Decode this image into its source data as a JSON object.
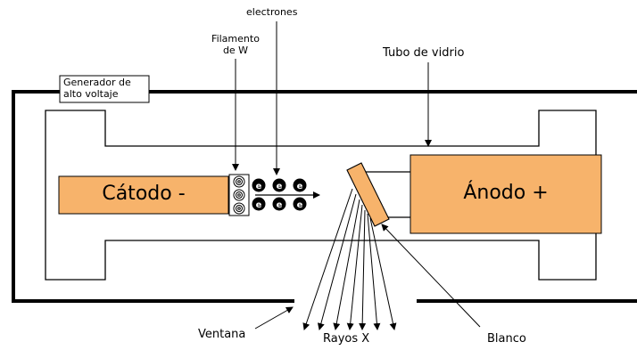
{
  "labels": {
    "electrons": "electrones",
    "filament": "Filamento\nde W",
    "glass_tube": "Tubo de vidrio",
    "generator": "Generador de\nalto voltaje",
    "cathode": "Cátodo -",
    "anode": "Ánodo +",
    "window": "Ventana",
    "xrays": "Rayos X",
    "target": "Blanco",
    "electron_symbol": "e"
  },
  "colors": {
    "block_fill": "#f7b36b",
    "line": "#000000",
    "background": "#ffffff",
    "electron_fill": "#000000",
    "electron_text": "#ffffff"
  }
}
